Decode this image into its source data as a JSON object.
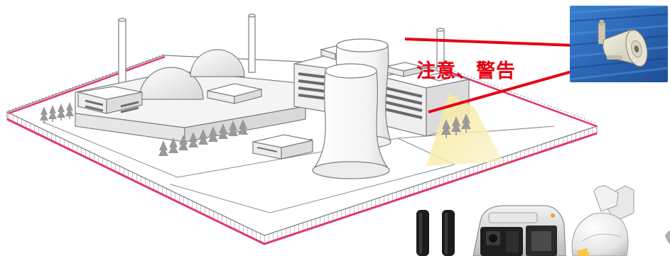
{
  "callout": {
    "label": "注意、警告"
  },
  "colors": {
    "callout_red": "#e50012",
    "fence_pink": "#e0386a",
    "outline_gray": "#7f7f7f",
    "tree_gray": "#9a9a9a",
    "light_beam": "#f3e08a",
    "photo_blue": "#2f6fc0"
  },
  "icons": {
    "plant": "factory-illustration",
    "speaker": "horn-speaker-photo",
    "sensors": "infrared-beam-sensor",
    "camera": "box-camera",
    "dome": "dome-camera"
  }
}
